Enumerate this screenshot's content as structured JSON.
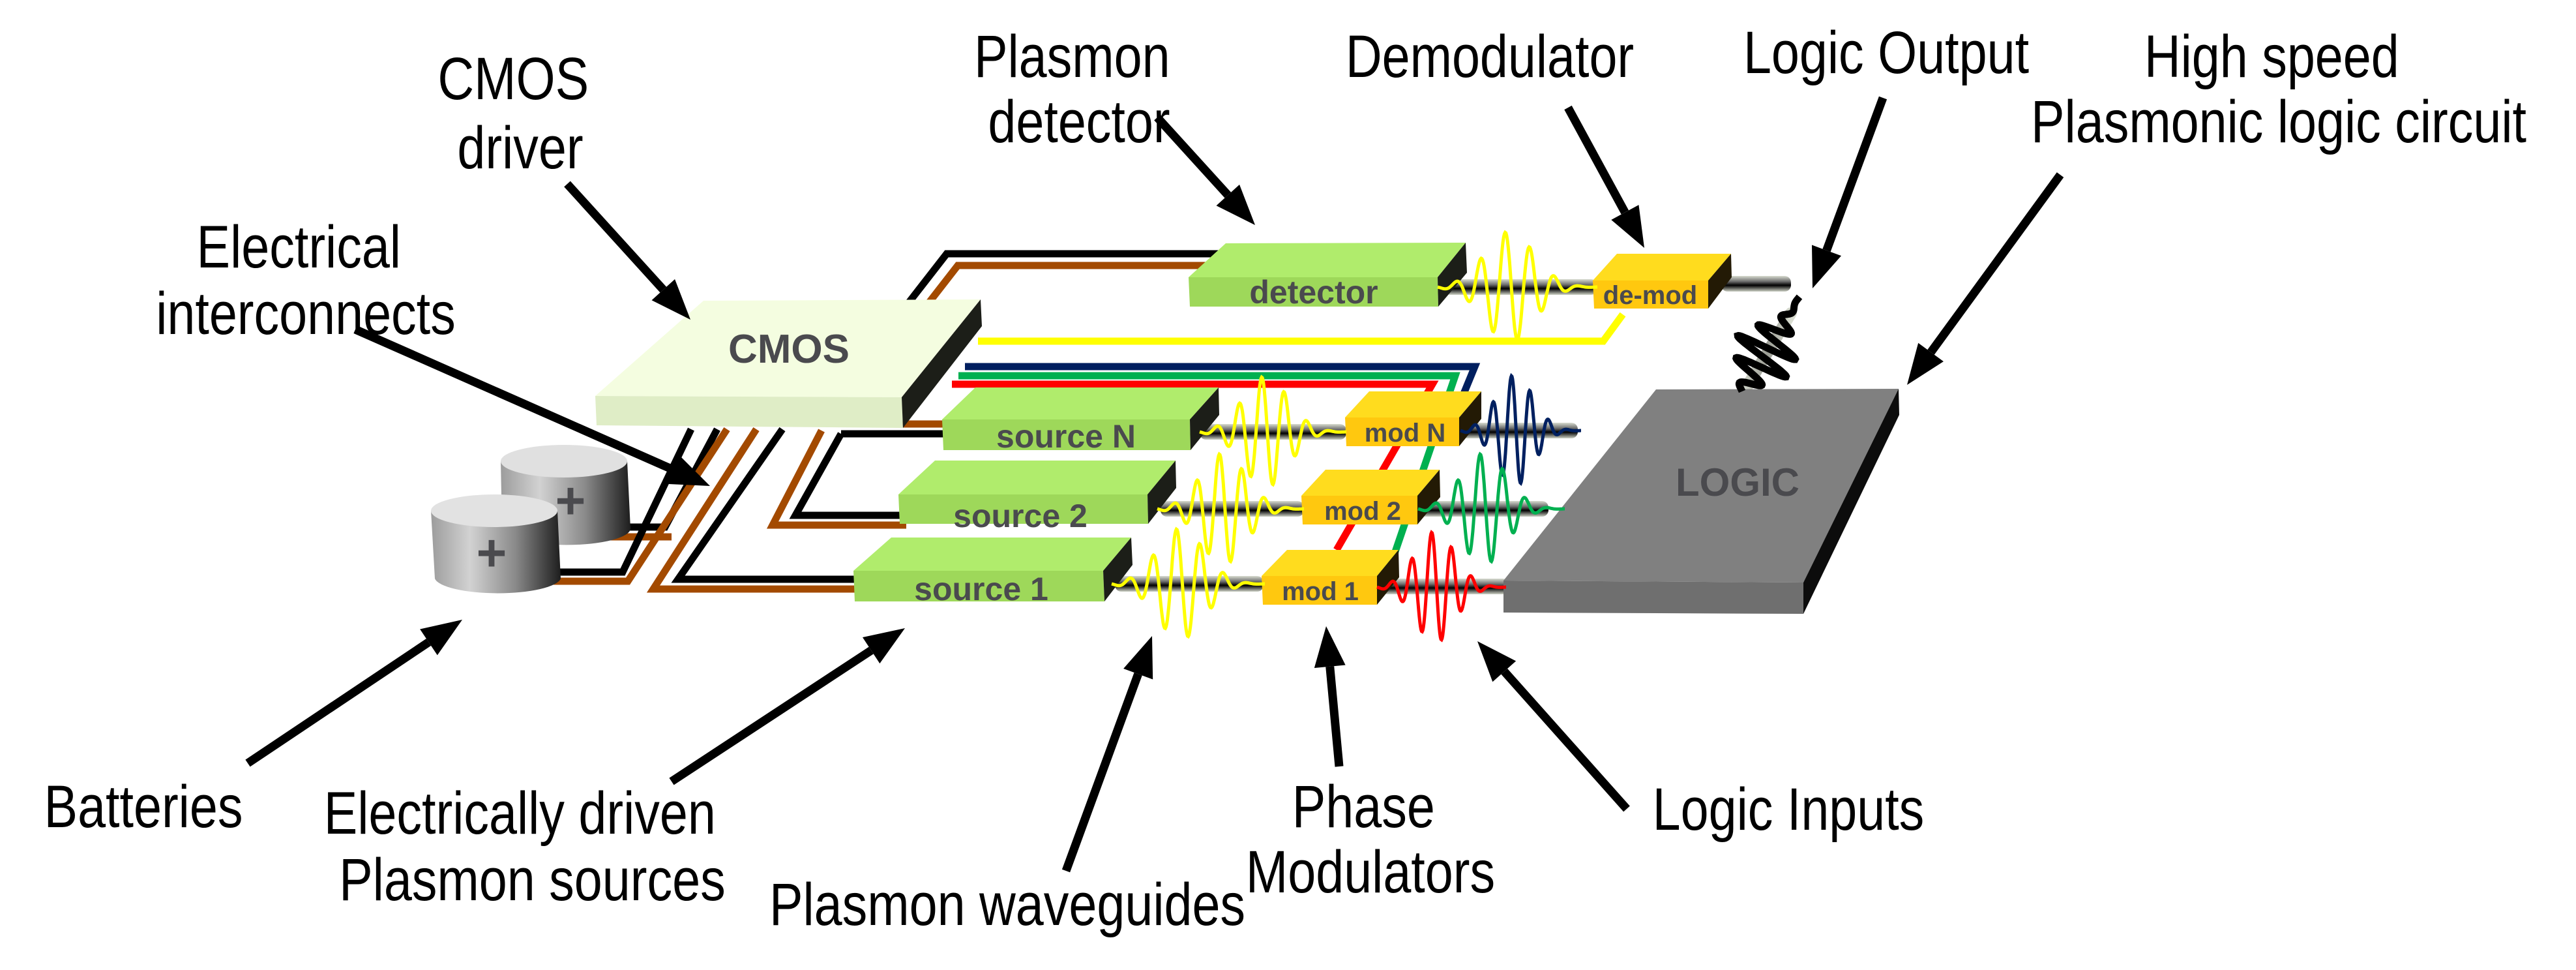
{
  "diagram": {
    "title": "Plasmonic logic circuit architecture",
    "colors": {
      "cmos_top": "#f4fde0",
      "cmos_front": "#dfedc6",
      "block_side": "#1c1e18",
      "green_top": "#b0ec6c",
      "green_front": "#9ed85a",
      "yellow_top": "#ffdc1e",
      "yellow_front": "#ffc80f",
      "logic_top": "#808080",
      "logic_front": "#6f6f6f",
      "logic_side": "#0c0c0c",
      "block_text": "#4a4a4e",
      "wire_black": "#000000",
      "wire_brown": "#a34a00",
      "wire_yellow": "#ffff00",
      "wire_navy": "#001f5f",
      "wire_green": "#00b050",
      "wire_red": "#ff0000",
      "wave_yellow": "#ffff00",
      "wave_navy": "#002060",
      "wave_green": "#00b050",
      "wave_red": "#ff0000",
      "wave_black": "#000000"
    },
    "blocks": {
      "cmos": "CMOS",
      "detector": "detector",
      "demod": "de-mod",
      "source_n": "source N",
      "source_2": "source 2",
      "source_1": "source 1",
      "mod_n": "mod N",
      "mod_2": "mod 2",
      "mod_1": "mod 1",
      "logic": "LOGIC",
      "battery_symbol": "+"
    },
    "labels": {
      "cmos_driver": [
        "CMOS",
        "driver"
      ],
      "electrical_interconnects": [
        "Electrical",
        "interconnects"
      ],
      "plasmon_detector": [
        "Plasmon",
        "detector"
      ],
      "demodulator": [
        "Demodulator"
      ],
      "logic_output": [
        "Logic Output"
      ],
      "plasmonic_logic_circuit": [
        "High speed",
        "Plasmonic logic circuit"
      ],
      "batteries": [
        "Batteries"
      ],
      "plasmon_sources": [
        "Electrically driven",
        "Plasmon sources"
      ],
      "plasmon_waveguides": [
        "Plasmon waveguides"
      ],
      "phase_modulators": [
        "Phase",
        "Modulators"
      ],
      "logic_inputs": [
        "Logic Inputs"
      ]
    }
  }
}
